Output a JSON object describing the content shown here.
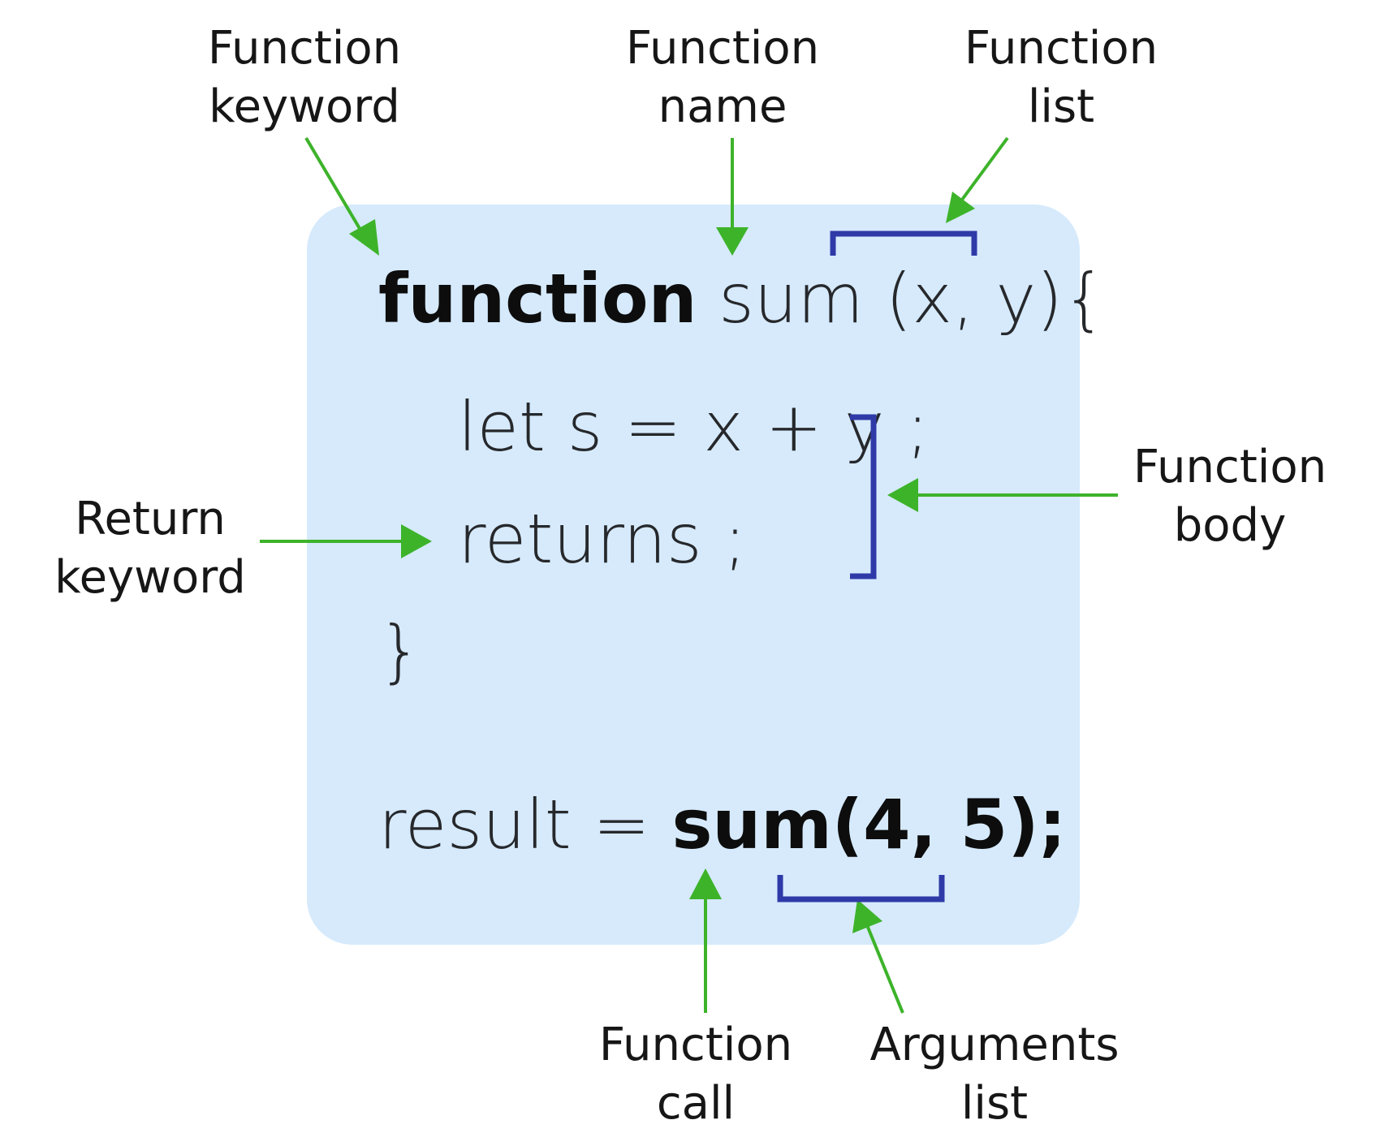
{
  "labels": {
    "function_keyword": [
      "Function",
      "keyword"
    ],
    "function_name": [
      "Function",
      "name"
    ],
    "function_list": [
      "Function",
      "list"
    ],
    "return_keyword": [
      "Return",
      "keyword"
    ],
    "function_body": [
      "Function",
      "body"
    ],
    "function_call": [
      "Function",
      "call"
    ],
    "arguments_list": [
      "Arguments",
      "list"
    ]
  },
  "code": {
    "line1_keyword": "function",
    "line1_rest": " sum (x, y){",
    "line2": "let s = x + y ;",
    "line3": "returns ;",
    "line4": "}",
    "line5_plain": "result = ",
    "line5_call": "sum(4, 5);"
  },
  "colors": {
    "panel": "#d6eafc",
    "arrow": "#3db32a",
    "bracket": "#2f3aa8"
  }
}
